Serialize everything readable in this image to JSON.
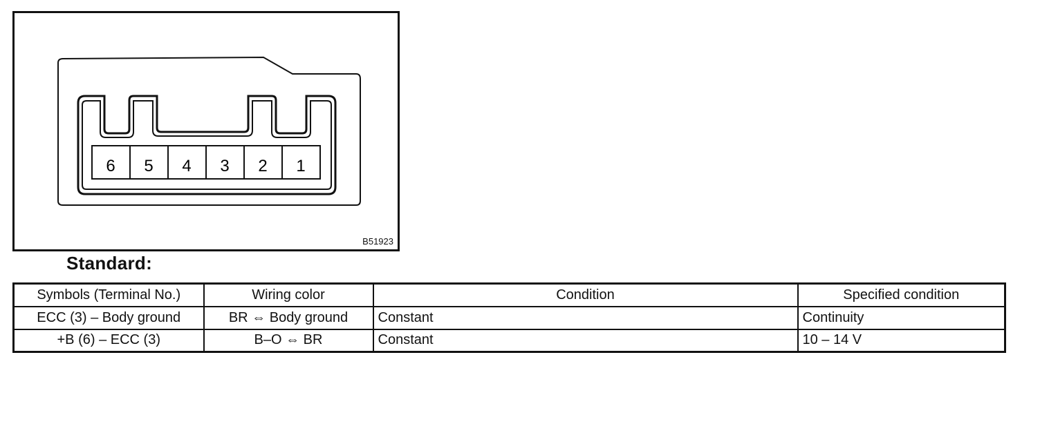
{
  "figure": {
    "code": "B51923",
    "terminals": [
      "6",
      "5",
      "4",
      "3",
      "2",
      "1"
    ]
  },
  "heading": "Standard:",
  "table": {
    "headers": [
      "Symbols (Terminal No.)",
      "Wiring color",
      "Condition",
      "Specified condition"
    ],
    "rows": [
      [
        "ECC (3) – Body ground",
        "BR ⇔ Body ground",
        "Constant",
        "Continuity"
      ],
      [
        "+B (6) – ECC (3)",
        "B–O ⇔ BR",
        "Constant",
        "10 – 14 V"
      ]
    ]
  }
}
